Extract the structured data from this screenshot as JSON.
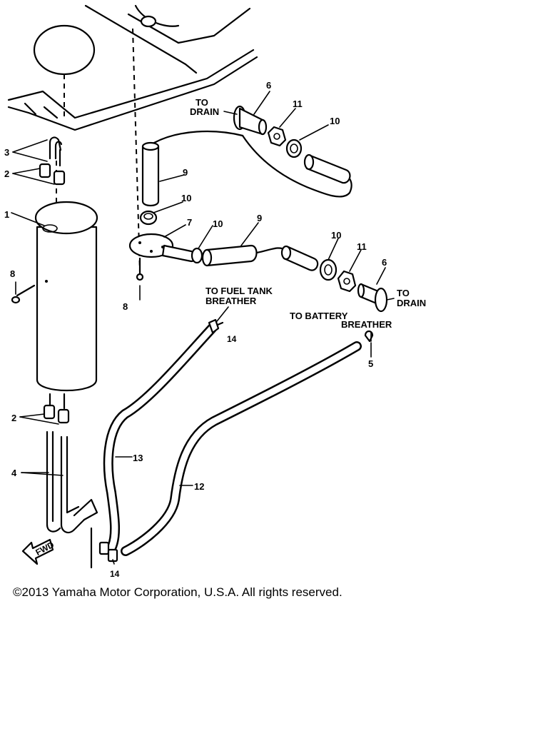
{
  "diagram": {
    "callouts": {
      "p1": "1",
      "p2a": "2",
      "p2b": "2",
      "p3": "3",
      "p4": "4",
      "p5": "5",
      "p6a": "6",
      "p6b": "6",
      "p7": "7",
      "p8a": "8",
      "p8b": "8",
      "p9a": "9",
      "p9b": "9",
      "p10a": "10",
      "p10b": "10",
      "p10c": "10",
      "p10d": "10",
      "p11a": "11",
      "p11b": "11",
      "p12": "12",
      "p13": "13",
      "p14a": "14",
      "p14b": "14"
    },
    "annotations": {
      "to_drain_top_1": "TO",
      "to_drain_top_2": "DRAIN",
      "to_drain_right_1": "TO",
      "to_drain_right_2": "DRAIN",
      "fuel_tank_breather_1": "TO FUEL TANK",
      "fuel_tank_breather_2": "BREATHER",
      "battery_breather_1": "TO BATTERY",
      "battery_breather_2": "BREATHER",
      "front_arrow": "FWD"
    }
  },
  "footer": {
    "copyright": "©2013 Yamaha Motor Corporation, U.S.A. All rights reserved."
  }
}
